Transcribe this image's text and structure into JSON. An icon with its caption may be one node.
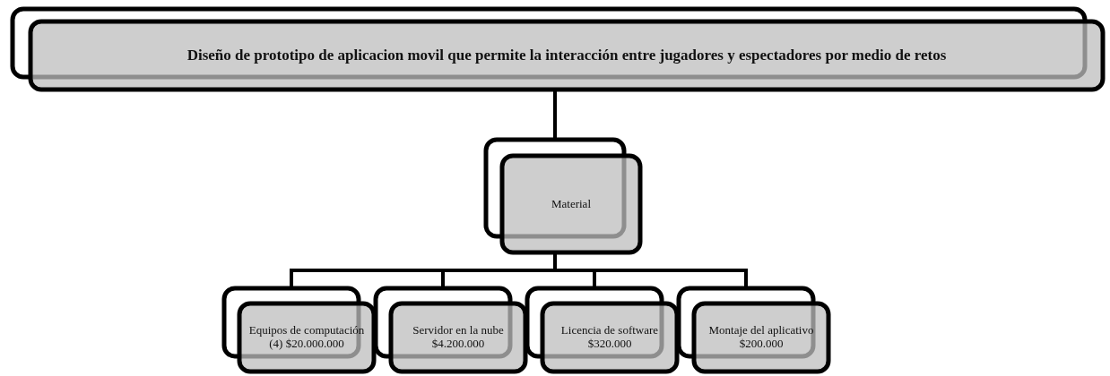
{
  "diagram": {
    "nodes": [
      {
        "text": [
          "Diseño de prototipo de aplicacion movil que permite la interacción entre jugadores y espectadores por medio de retos"
        ]
      },
      {
        "text": [
          "Material"
        ]
      },
      {
        "text": [
          "Equipos de computación (4) $20.000.000"
        ]
      },
      {
        "text": [
          "Servidor en la nube $4.200.000"
        ]
      },
      {
        "text": [
          "Licencia de software $320.000"
        ]
      },
      {
        "text": [
          "Montaje del aplicativo $200.000"
        ]
      }
    ],
    "edges": [
      {
        "from": 0,
        "to": 1,
        "arrow": "none"
      },
      {
        "from": 1,
        "to": 2,
        "arrow": "none"
      },
      {
        "from": 1,
        "to": 3,
        "arrow": "none"
      },
      {
        "from": 1,
        "to": 4,
        "arrow": "none"
      },
      {
        "from": 1,
        "to": 5,
        "arrow": "none"
      }
    ]
  }
}
